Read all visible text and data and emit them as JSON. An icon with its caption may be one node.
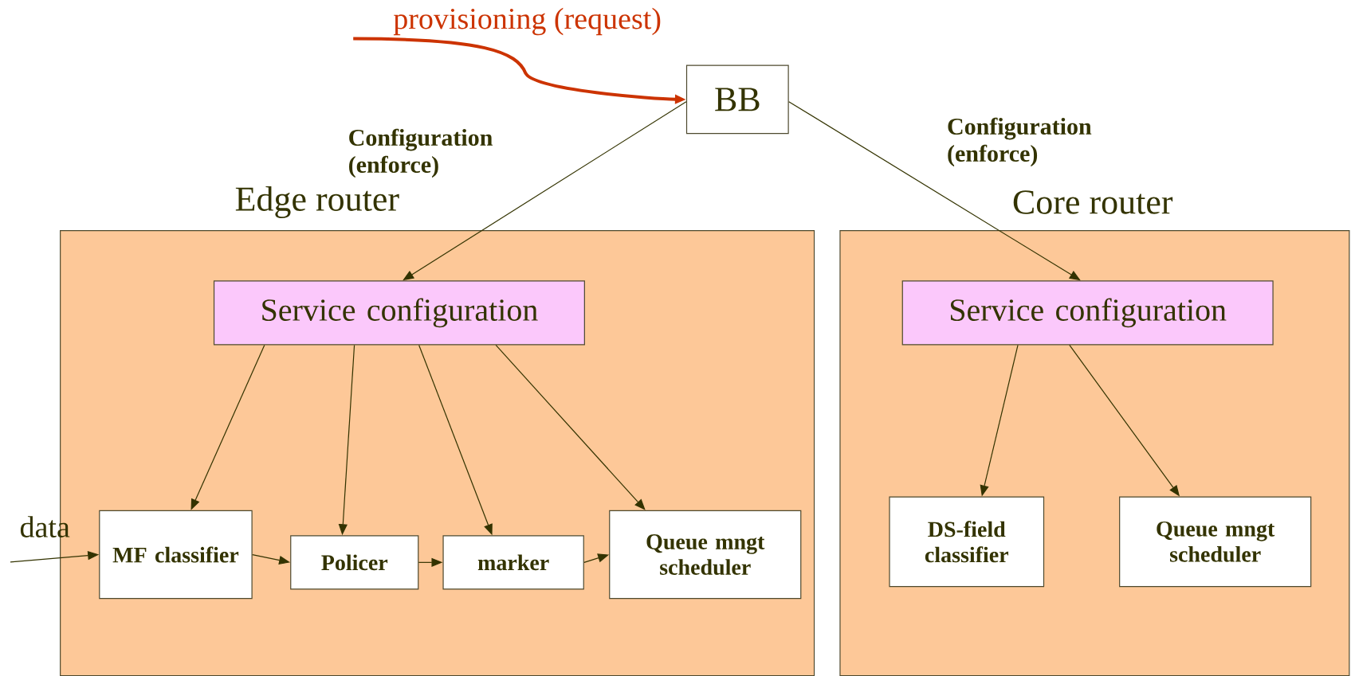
{
  "diagram": {
    "nodes": [
      {
        "text": [
          "BB"
        ]
      },
      {
        "text": [
          "Edge router"
        ]
      },
      {
        "text": [
          "Service configuration"
        ],
        "in": 1
      },
      {
        "text": [
          "MF classifier"
        ],
        "in": 1
      },
      {
        "text": [
          "Policer"
        ],
        "in": 1
      },
      {
        "text": [
          "marker"
        ],
        "in": 1
      },
      {
        "text": [
          "Queue mngt scheduler"
        ],
        "in": 1
      },
      {
        "text": [
          "Core router"
        ]
      },
      {
        "text": [
          "Service configuration"
        ],
        "in": 7
      },
      {
        "text": [
          "DS-field classifier"
        ],
        "in": 7
      },
      {
        "text": [
          "Queue mngt scheduler"
        ],
        "in": 7
      }
    ],
    "edges": [
      {
        "from": null,
        "to": 0,
        "arrow": "to",
        "label": "provisioning (request)",
        "style": "thick",
        "color": "#cc3300"
      },
      {
        "from": 0,
        "to": 2,
        "arrow": "to",
        "label": "Configuration (enforce)"
      },
      {
        "from": 0,
        "to": 8,
        "arrow": "to",
        "label": "Configuration (enforce)"
      },
      {
        "from": 2,
        "to": 3,
        "arrow": "to"
      },
      {
        "from": 2,
        "to": 4,
        "arrow": "to"
      },
      {
        "from": 2,
        "to": 5,
        "arrow": "to"
      },
      {
        "from": 2,
        "to": 6,
        "arrow": "to"
      },
      {
        "from": 8,
        "to": 9,
        "arrow": "to"
      },
      {
        "from": 8,
        "to": 10,
        "arrow": "to"
      },
      {
        "from": null,
        "to": 3,
        "arrow": "to",
        "label": "data"
      },
      {
        "from": 3,
        "to": 4,
        "arrow": "to"
      },
      {
        "from": 4,
        "to": 5,
        "arrow": "to"
      },
      {
        "from": 5,
        "to": 6,
        "arrow": "to"
      }
    ]
  }
}
